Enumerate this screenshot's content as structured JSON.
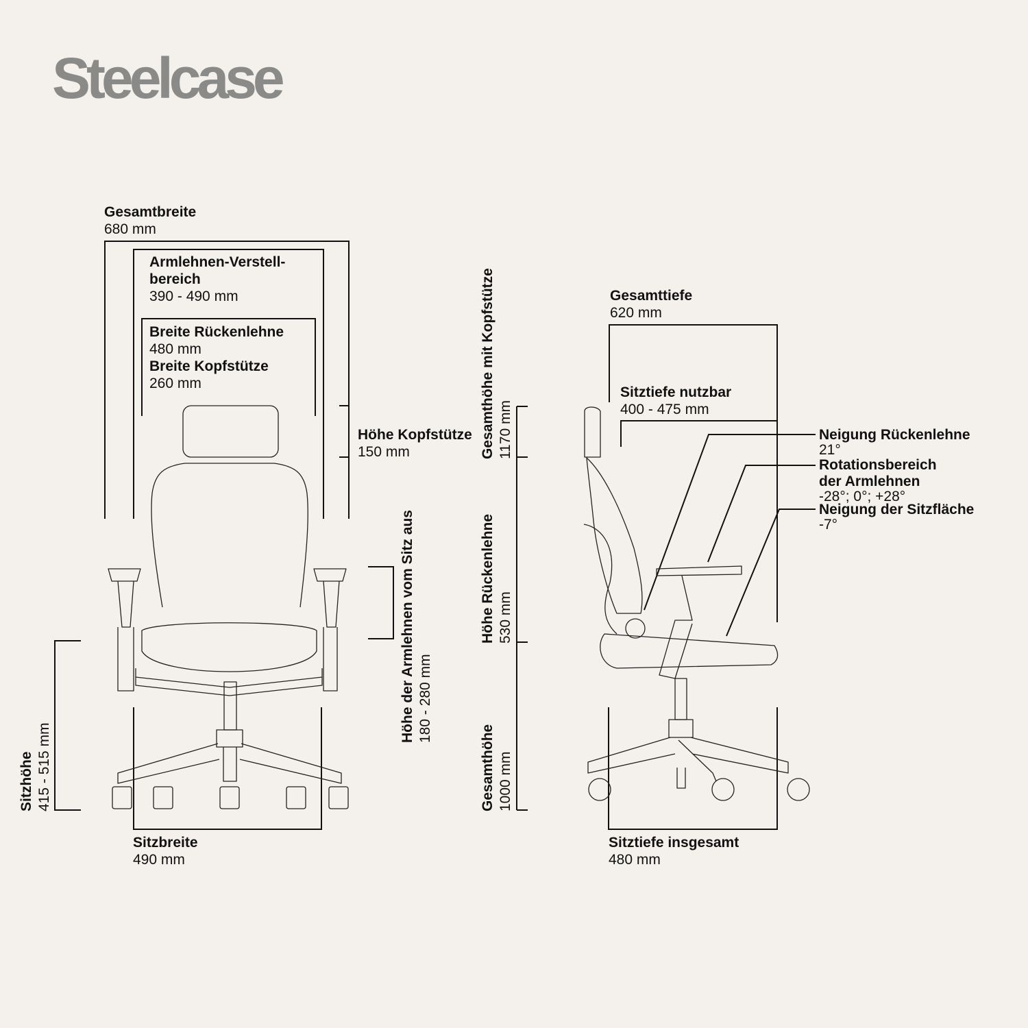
{
  "brand": {
    "logo": "Steelcase"
  },
  "front_view": {
    "overall_width": {
      "title": "Gesamtbreite",
      "value": "680 mm"
    },
    "armrest_range": {
      "title_line1": "Armlehnen-Verstell-",
      "title_line2": "bereich",
      "value": "390 - 490 mm"
    },
    "backrest_width": {
      "title": "Breite Rückenlehne",
      "value": "480 mm"
    },
    "headrest_width": {
      "title": "Breite Kopfstütze",
      "value": "260 mm"
    },
    "headrest_height": {
      "title": "Höhe Kopfstütze",
      "value": "150 mm"
    },
    "armrest_height": {
      "title": "Höhe der Armlehnen vom Sitz aus",
      "value": "180 - 280 mm"
    },
    "seat_height": {
      "title": "Sitzhöhe",
      "value": "415 - 515 mm"
    },
    "seat_width": {
      "title": "Sitzbreite",
      "value": "490 mm"
    }
  },
  "heights": {
    "total_with_headrest": {
      "title": "Gesamthöhe mit Kopfstütze",
      "value": "1170 mm"
    },
    "backrest_height": {
      "title": "Höhe Rückenlehne",
      "value": "530 mm"
    },
    "total_height": {
      "title": "Gesamthöhe",
      "value": "1000 mm"
    }
  },
  "side_view": {
    "overall_depth": {
      "title": "Gesamttiefe",
      "value": "620 mm"
    },
    "usable_seat_depth": {
      "title": "Sitztiefe nutzbar",
      "value": "400 - 475 mm"
    },
    "backrest_tilt": {
      "title": "Neigung Rückenlehne",
      "value": "21°"
    },
    "armrest_rotation": {
      "title_line1": "Rotationsbereich",
      "title_line2": "der Armlehnen",
      "value": "-28°; 0°; +28°"
    },
    "seat_tilt": {
      "title": "Neigung der Sitzfläche",
      "value": "-7°"
    },
    "total_seat_depth": {
      "title": "Sitztiefe insgesamt",
      "value": "480 mm"
    }
  },
  "colors": {
    "background": "#f4f1ec",
    "ink": "#111111",
    "logo": "#8a8a88"
  }
}
